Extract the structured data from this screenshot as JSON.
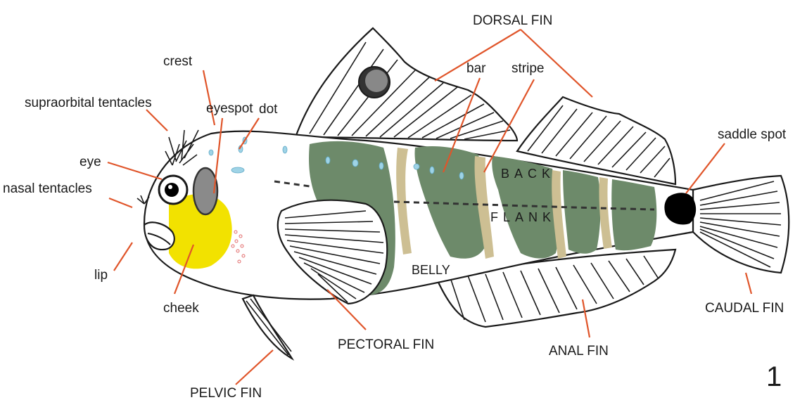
{
  "figure_number": "1",
  "labels": {
    "dorsal_fin": "DORSAL FIN",
    "crest": "crest",
    "bar": "bar",
    "stripe": "stripe",
    "eyespot": "eyespot",
    "supraorbital_tentacles": "supraorbital tentacles",
    "dot": "dot",
    "saddle_spot": "saddle spot",
    "eye": "eye",
    "nasal_tentacles": "nasal tentacles",
    "back": "BACK",
    "flank": "FLANK",
    "belly": "BELLY",
    "lip": "lip",
    "cheek": "cheek",
    "caudal_fin": "CAUDAL FIN",
    "pectoral_fin": "PECTORAL FIN",
    "anal_fin": "ANAL FIN",
    "pelvic_fin": "PELVIC FIN"
  },
  "colors": {
    "leader_lines": "#e0552a",
    "bars": "#6d8a6a",
    "stripes": "#cdbf93",
    "cheek": "#f2e200",
    "dots": "#9fd3e6",
    "saddle_spot": "#000000"
  }
}
